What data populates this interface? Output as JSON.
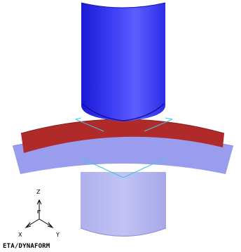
{
  "app": {
    "brand_label": "ETA/DYNAFORM"
  },
  "scene": {
    "parts": [
      {
        "name": "punch",
        "color": "#3d3df2"
      },
      {
        "name": "blank",
        "color": "#b02a2a"
      },
      {
        "name": "binder",
        "color": "#9ea0ee"
      },
      {
        "name": "die",
        "color": "#b5b6ef"
      }
    ],
    "edge_color": "#38c6e6"
  },
  "axis_triad": {
    "z_label": "Z",
    "x_label": "X",
    "y_label": "Y"
  }
}
